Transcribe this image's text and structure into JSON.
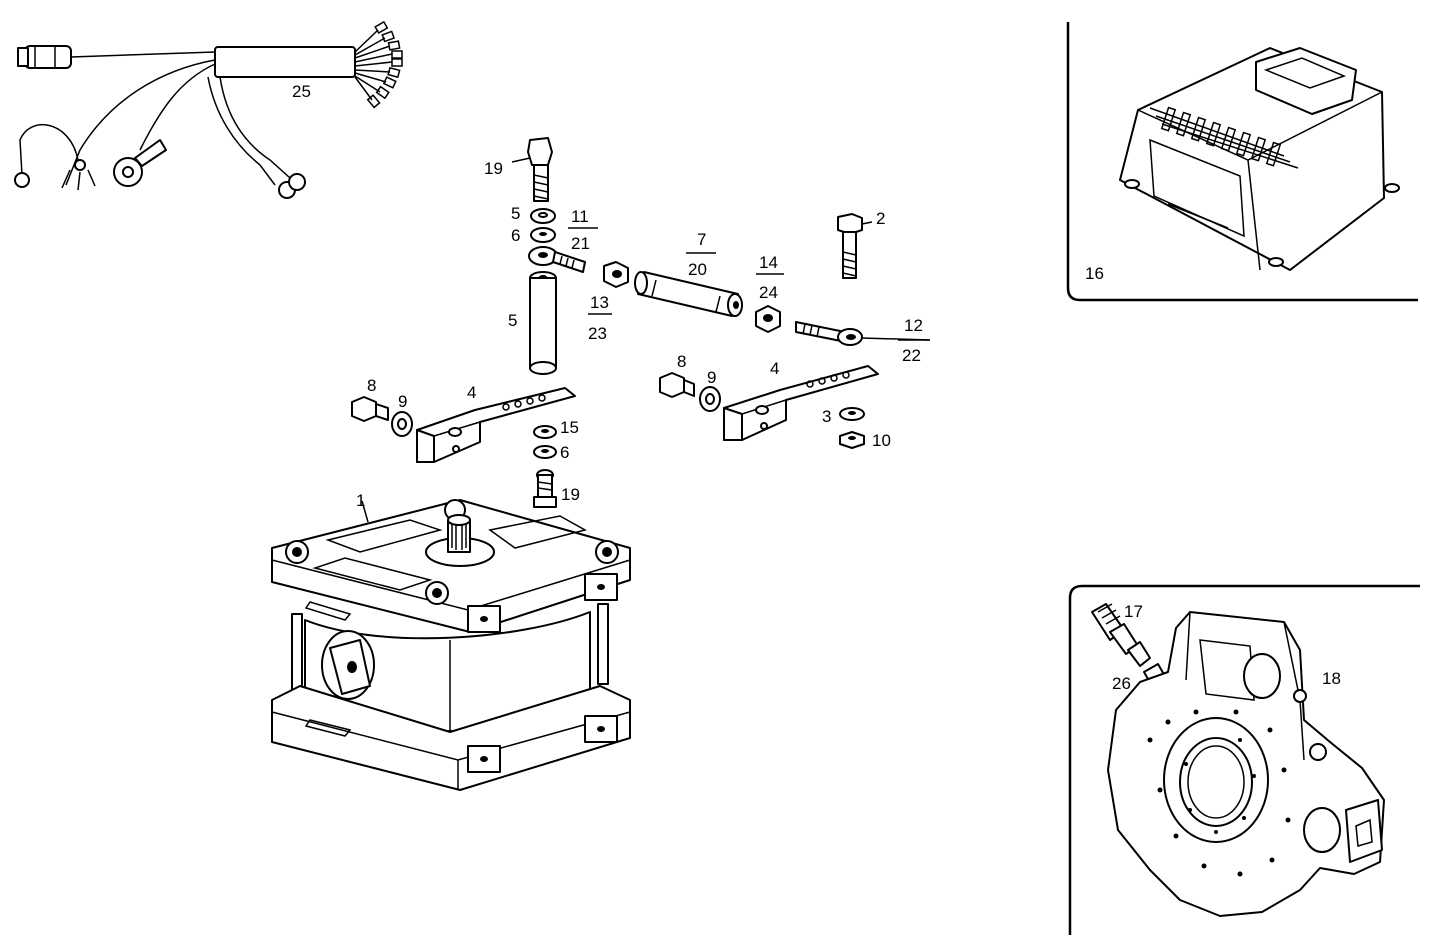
{
  "labels": {
    "l25": "25",
    "l19a": "19",
    "l5a": "5",
    "l6a": "6",
    "l11": "11",
    "l21": "21",
    "l5b": "5",
    "l13": "13",
    "l23": "23",
    "l7": "7",
    "l20": "20",
    "l14": "14",
    "l24": "24",
    "l2": "2",
    "l12": "12",
    "l22": "22",
    "l8a": "8",
    "l9a": "9",
    "l4a": "4",
    "l15": "15",
    "l6b": "6",
    "l19b": "19",
    "l8b": "8",
    "l9b": "9",
    "l4b": "4",
    "l3": "3",
    "l10": "10",
    "l1": "1",
    "l16": "16",
    "l17": "17",
    "l26": "26",
    "l18": "18"
  }
}
